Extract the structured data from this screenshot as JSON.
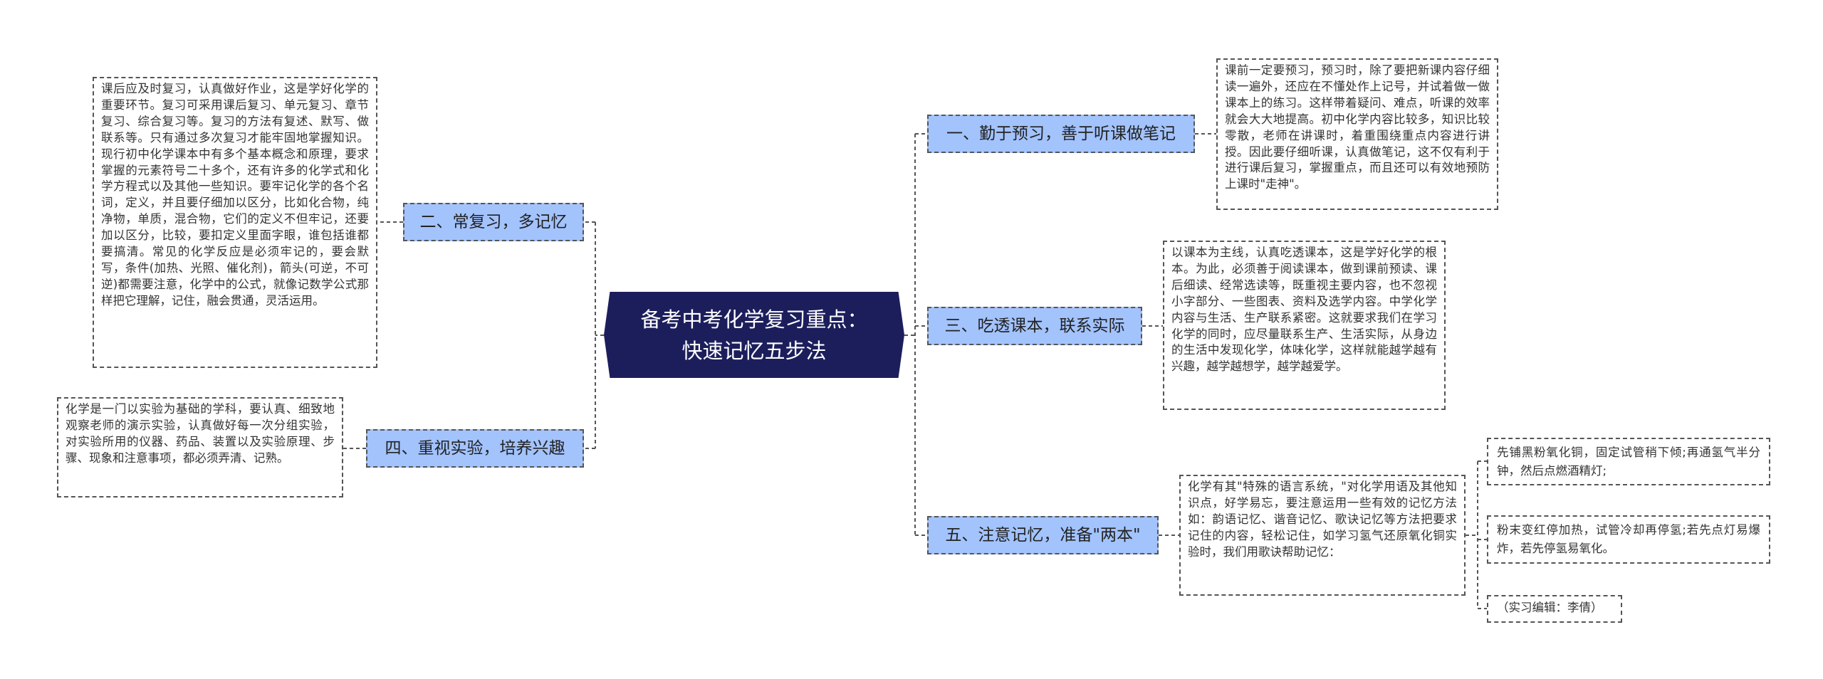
{
  "center": {
    "line1": "备考中考化学复习重点：",
    "line2": "快速记忆五步法"
  },
  "branches": {
    "b1": "一、勤于预习，善于听课做笔记",
    "b2": "二、常复习，多记忆",
    "b3": "三、吃透课本，联系实际",
    "b4": "四、重视实验，培养兴趣",
    "b5": "五、注意记忆，准备\"两本\""
  },
  "notes": {
    "n1": "课前一定要预习，预习时，除了要把新课内容仔细读一遍外，还应在不懂处作上记号，并试着做一做课本上的练习。这样带着疑问、难点，听课的效率就会大大地提高。初中化学内容比较多，知识比较零散，老师在讲课时，着重围绕重点内容进行讲授。因此要仔细听课，认真做笔记，这不仅有利于进行课后复习，掌握重点，而且还可以有效地预防上课时\"走神\"。",
    "n2": "课后应及时复习，认真做好作业，这是学好化学的重要环节。复习可采用课后复习、单元复习、章节复习、综合复习等。复习的方法有复述、默写、做联系等。只有通过多次复习才能牢固地掌握知识。现行初中化学课本中有多个基本概念和原理，要求掌握的元素符号二十多个，还有许多的化学式和化学方程式以及其他一些知识。要牢记化学的各个名词，定义，并且要仔细加以区分，比如化合物，纯净物，单质，混合物，它们的定义不但牢记，还要加以区分，比较，要扣定义里面字眼，谁包括谁都要搞清。常见的化学反应是必须牢记的，要会默写，条件(加热、光照、催化剂)，箭头(可逆，不可逆)都需要注意，化学中的公式，就像记数学公式那样把它理解，记住，融会贯通，灵活运用。",
    "n3": "以课本为主线，认真吃透课本，这是学好化学的根本。为此，必须善于阅读课本，做到课前预读、课后细读、经常选读等，既重视主要内容，也不忽视小字部分、一些图表、资料及选学内容。中学化学内容与生活、生产联系紧密。这就要求我们在学习化学的同时，应尽量联系生产、生活实际，从身边的生活中发现化学，体味化学，这样就能越学越有兴趣，越学越想学，越学越爱学。",
    "n4": "化学是一门以实验为基础的学科，要认真、细致地观察老师的演示实验，认真做好每一次分组实验，对实验所用的仪器、药品、装置以及实验原理、步骤、现象和注意事项，都必须弄清、记熟。",
    "n5": "化学有其\"特殊的语言系统，\"对化学用语及其他知识点，好学易忘，要注意运用一些有效的记忆方法如：韵语记忆、谐音记忆、歌诀记忆等方法把要求记住的内容，轻松记住，如学习氢气还原氧化铜实验时，我们用歌诀帮助记忆：",
    "n6": "先铺黑粉氧化铜，固定试管稍下倾;再通氢气半分钟，然后点燃酒精灯;",
    "n7": "粉末变红停加热，试管冷却再停氢;若先点灯易爆炸，若先停氢易氧化。",
    "n8": "（实习编辑：李倩）"
  }
}
